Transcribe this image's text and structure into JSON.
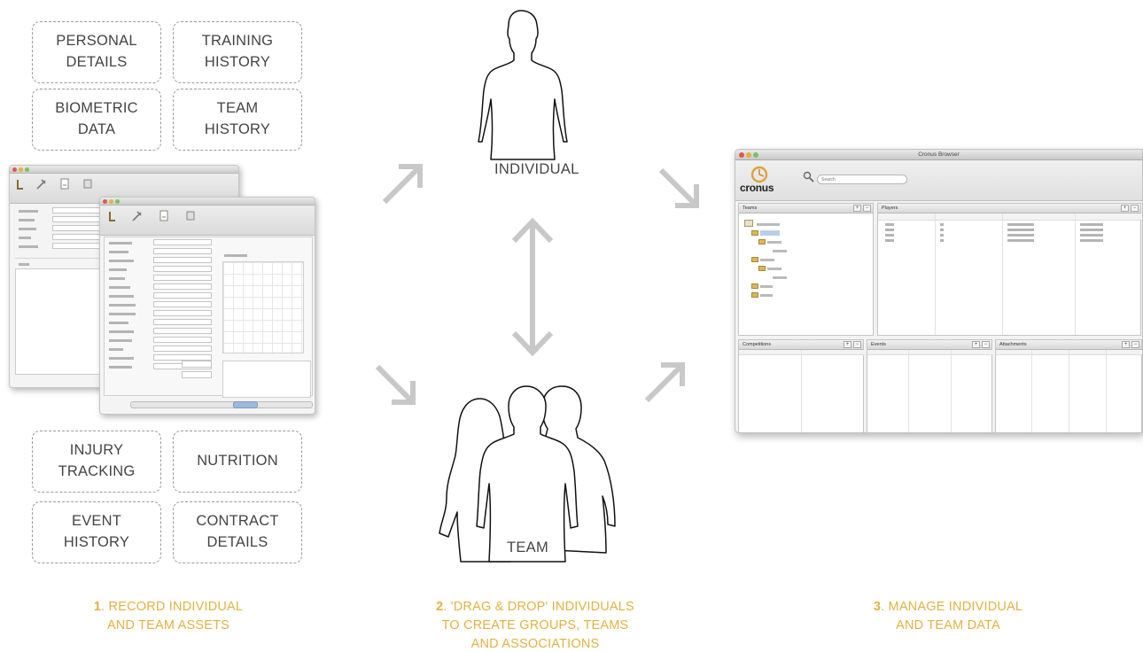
{
  "assets": {
    "personal_details": "PERSONAL\nDETAILS",
    "training_history": "TRAINING\nHISTORY",
    "biometric_data": "BIOMETRIC\nDATA",
    "team_history": "TEAM\nHISTORY",
    "injury_tracking": "INJURY\nTRACKING",
    "nutrition": "NUTRITION",
    "event_history": "EVENT\nHISTORY",
    "contract_details": "CONTRACT\nDETAILS"
  },
  "figures": {
    "individual_label": "INDIVIDUAL",
    "team_label": "TEAM"
  },
  "captions": {
    "step1": {
      "num": "1",
      "text": ". RECORD INDIVIDUAL\nAND TEAM ASSETS"
    },
    "step2": {
      "num": "2",
      "text": ". 'DRAG & DROP' INDIVIDUALS\nTO CREATE GROUPS, TEAMS\nAND ASSOCIATIONS"
    },
    "step3": {
      "num": "3",
      "text": ". MANAGE INDIVIDUAL\nAND TEAM DATA"
    }
  },
  "browser": {
    "window_title": "Cronus Browser",
    "logo_text": "cronus",
    "search_placeholder": "Search",
    "teams_header": "Teams",
    "players_header": "Players",
    "competitions_header": "Competitions",
    "events_header": "Events",
    "attachments_header": "Attachments"
  },
  "colors": {
    "caption": "#e0b242",
    "arrow": "#c8c8c8",
    "dashed_border": "#9a9a9a"
  }
}
